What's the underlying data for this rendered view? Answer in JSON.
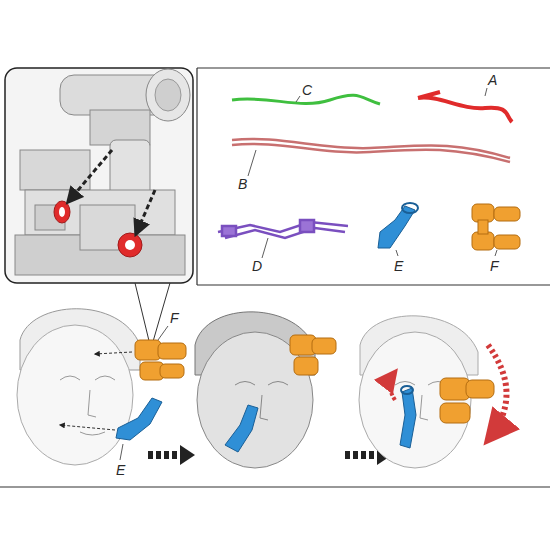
{
  "diagram": {
    "labels": [
      "C",
      "A",
      "B",
      "D",
      "E",
      "F",
      "F",
      "E"
    ]
  }
}
